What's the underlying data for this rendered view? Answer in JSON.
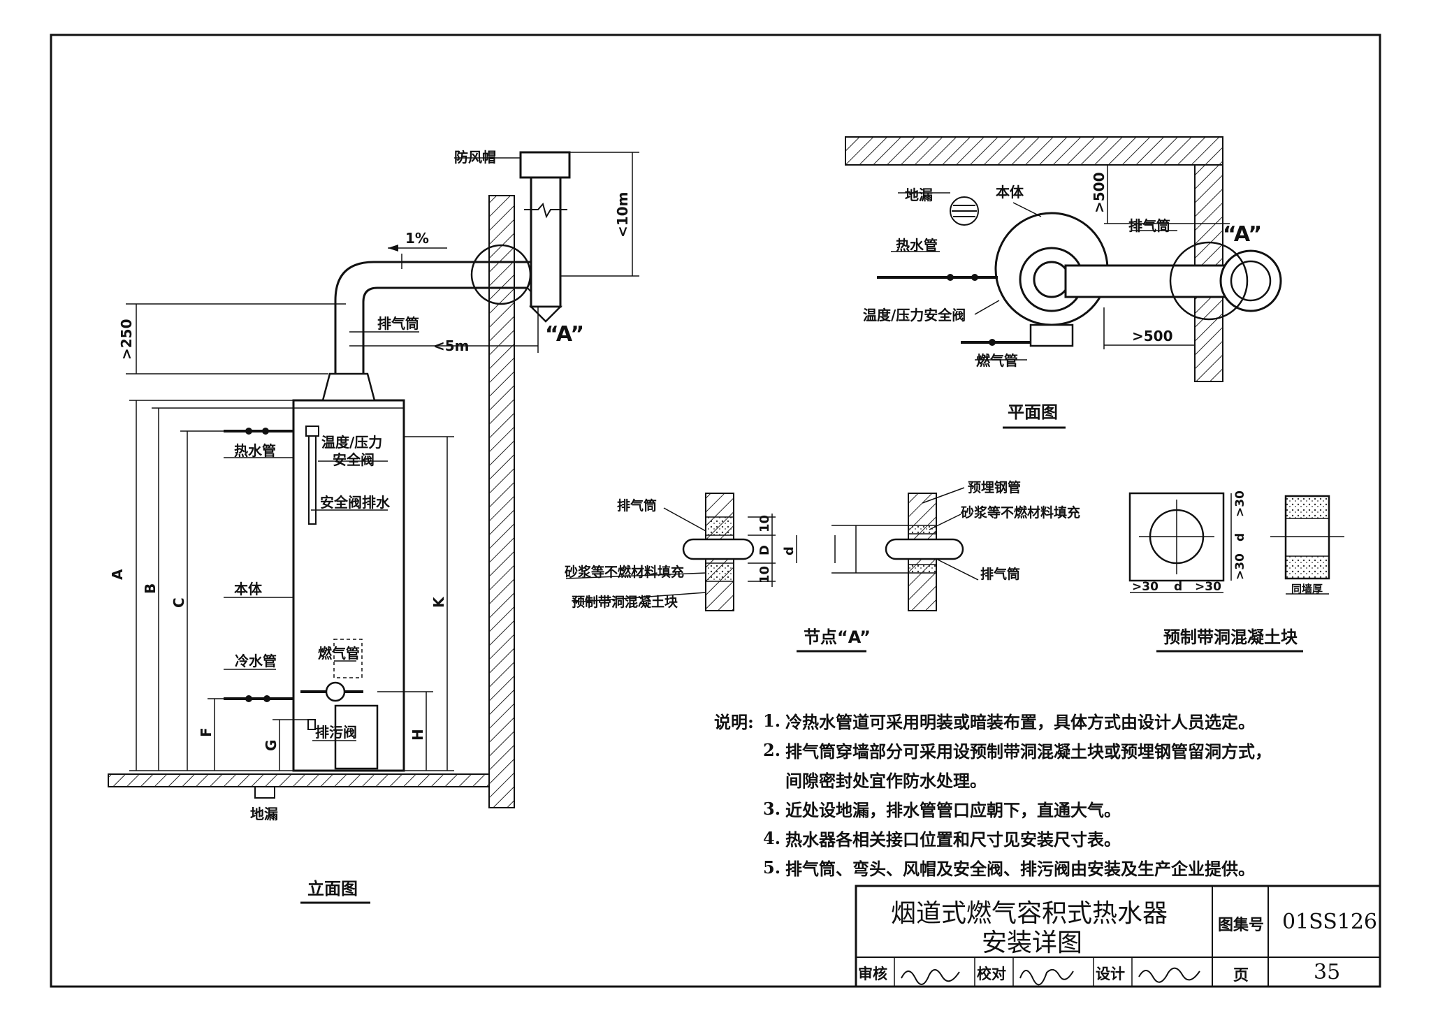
{
  "elevation": {
    "title": "立面图",
    "labels": {
      "wind_cap": "防风帽",
      "slope": "1%",
      "max_height": "<10m",
      "exhaust": "排气筒",
      "max_length": "<5m",
      "node_ref": "“A”",
      "min_clear": ">250",
      "hot_pipe": "热水管",
      "tp_valve_1": "温度/压力",
      "tp_valve_2": "安全阀",
      "relief_drain": "安全阀排水",
      "body": "本体",
      "cold_pipe": "冷水管",
      "gas_pipe": "燃气管",
      "drain_valve": "排污阀",
      "floor_drain": "地漏",
      "dim_A": "A",
      "dim_B": "B",
      "dim_C": "C",
      "dim_F": "F",
      "dim_G": "G",
      "dim_K": "K",
      "dim_H": "H"
    }
  },
  "plan": {
    "title": "平面图",
    "labels": {
      "floor_drain": "地漏",
      "body": "本体",
      "dim_top": ">500",
      "exhaust": "排气筒",
      "node_ref": "“A”",
      "hot_pipe": "热水管",
      "tp_valve": "温度/压力安全阀",
      "dim_side": ">500",
      "gas_pipe": "燃气管"
    }
  },
  "node": {
    "title": "节点“A”",
    "labels": {
      "exhaust_left": "排气筒",
      "mortar_left": "砂浆等不燃材料填充",
      "block": "预制带洞混凝土块",
      "embedded_pipe": "预埋钢管",
      "mortar_right": "砂浆等不燃材料填充",
      "exhaust_right": "排气筒",
      "d10a": "10",
      "dD": "D",
      "dd": "d",
      "d10b": "10"
    }
  },
  "block": {
    "title": "预制带洞混凝土块",
    "labels": {
      "gt30a": ">30",
      "d": "d",
      "gt30b": ">30",
      "wall_thk": "同墙厚"
    }
  },
  "notes": {
    "prefix": "说明:",
    "items": [
      {
        "n": "1.",
        "t": "冷热水管道可采用明装或暗装布置，具体方式由设计人员选定。"
      },
      {
        "n": "2.",
        "t": "排气筒穿墙部分可采用设预制带洞混凝土块或预埋钢管留洞方式，"
      },
      {
        "n": "",
        "t": "间隙密封处宜作防水处理。"
      },
      {
        "n": "3.",
        "t": "近处设地漏，排水管管口应朝下，直通大气。"
      },
      {
        "n": "4.",
        "t": "热水器各相关接口位置和尺寸见安装尺寸表。"
      },
      {
        "n": "5.",
        "t": "排气筒、弯头、风帽及安全阀、排污阀由安装及生产企业提供。"
      }
    ]
  },
  "title_block": {
    "title_line1": "烟道式燃气容积式热水器",
    "title_line2": "安装详图",
    "atlas_label": "图集号",
    "atlas_no": "01SS126",
    "review": "审核",
    "check": "校对",
    "design": "设计",
    "page_label": "页",
    "page_no": "35"
  }
}
